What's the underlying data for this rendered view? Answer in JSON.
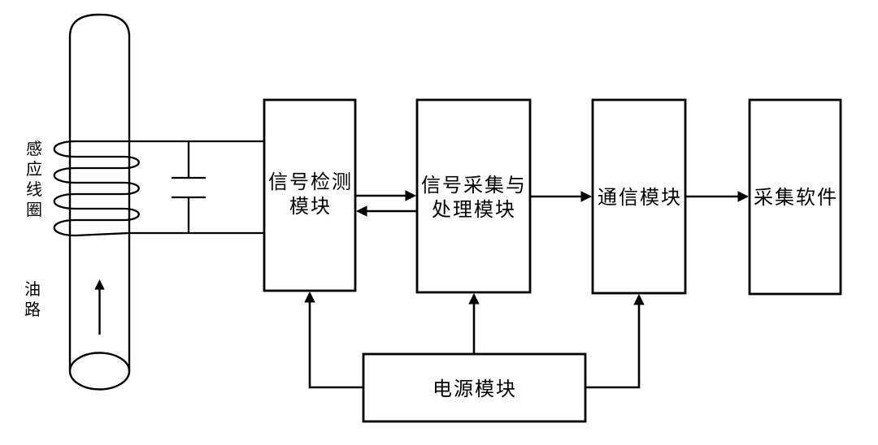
{
  "diagram": {
    "title_hint": "oil-line inductive sensor acquisition system block diagram",
    "background_color": "#ffffff",
    "line_color": "#000000",
    "pipe_labels": {
      "induction_coil": "感应线圈",
      "oil_path": "油路"
    },
    "blocks": {
      "signal_detection": {
        "line1": "信号检测",
        "line2": "模块"
      },
      "signal_processing": {
        "line1": "信号采集与",
        "line2": "处理模块"
      },
      "communication": {
        "label": "通信模块"
      },
      "acquisition_software": {
        "label": "采集软件"
      },
      "power": {
        "label": "电源模块"
      }
    },
    "edges": [
      {
        "from": "感应线圈",
        "to": "信号检测模块",
        "style": "wire pair with parallel capacitor"
      },
      {
        "from": "信号检测模块",
        "to": "信号采集与处理模块",
        "style": "bidirectional arrows"
      },
      {
        "from": "信号采集与处理模块",
        "to": "通信模块",
        "style": "arrow"
      },
      {
        "from": "通信模块",
        "to": "采集软件",
        "style": "arrow"
      },
      {
        "from": "电源模块",
        "to": "信号检测模块",
        "style": "arrow"
      },
      {
        "from": "电源模块",
        "to": "信号采集与处理模块",
        "style": "arrow"
      },
      {
        "from": "电源模块",
        "to": "通信模块",
        "style": "arrow"
      },
      {
        "from": "油路",
        "to": "感应线圈",
        "style": "upward flow arrow inside pipe"
      }
    ]
  }
}
